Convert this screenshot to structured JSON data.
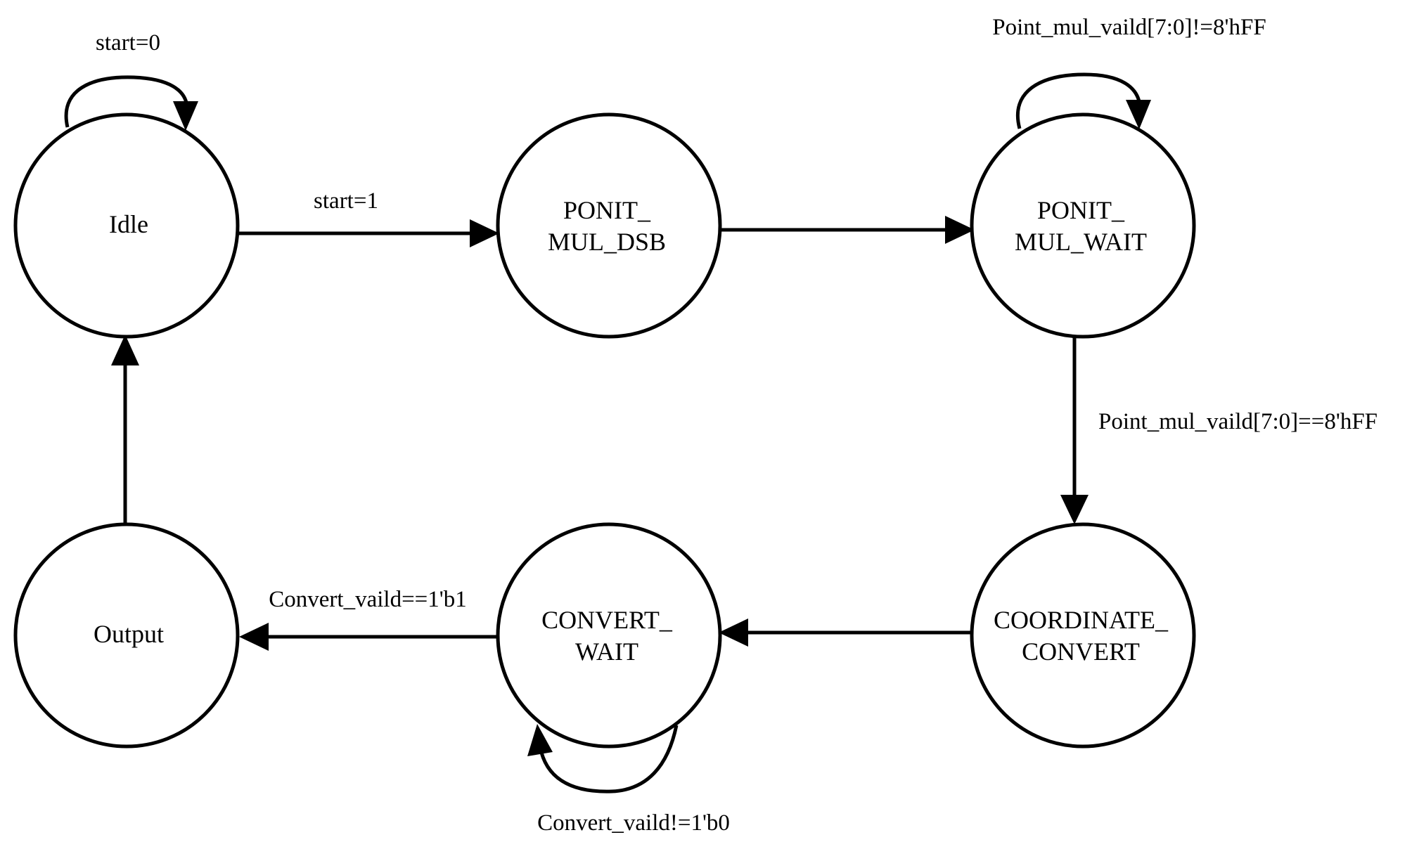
{
  "diagram": {
    "states": {
      "idle": {
        "line1": "Idle"
      },
      "mul_dsb": {
        "line1": "PONIT_",
        "line2": "MUL_DSB"
      },
      "mul_wait": {
        "line1": "PONIT_",
        "line2": "MUL_WAIT"
      },
      "coord_convert": {
        "line1": "COORDINATE_",
        "line2": "CONVERT"
      },
      "convert_wait": {
        "line1": "CONVERT_",
        "line2": "WAIT"
      },
      "output": {
        "line1": "Output"
      }
    },
    "transitions": {
      "idle_self": "start=0",
      "idle_to_dsb": "start=1",
      "wait_self": "Point_mul_vaild[7:0]!=8'hFF",
      "wait_to_coord": "Point_mul_vaild[7:0]==8'hFF",
      "convert_to_output": "Convert_vaild==1'b1",
      "convert_self": "Convert_vaild!=1'b0"
    },
    "colors": {
      "line": "#000000",
      "background": "#ffffff"
    }
  }
}
